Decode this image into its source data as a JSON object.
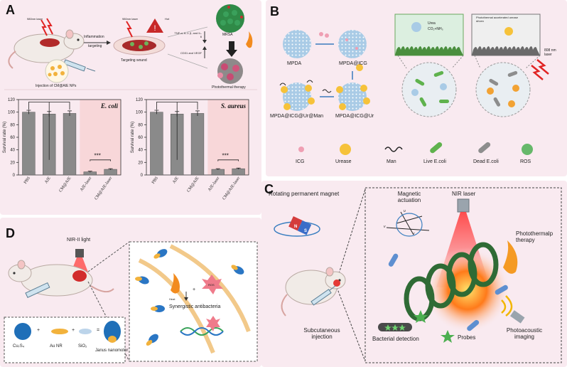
{
  "panelA": {
    "letter": "A",
    "laser1": "980nm laser",
    "laser2": "980nm laser",
    "hot": "Hot",
    "mrsa": "MRSA",
    "inflammation": "Inflammation",
    "targeting": "targeting",
    "cytokines": "TNF-α, IL-1 β, and IL-6",
    "growth": "CD31 and VEGF",
    "targeting_wound": "Targeting wound",
    "injection": "Injection of CM@AIE NPs",
    "ptt": "Photothermal therapy",
    "sig1": "***",
    "sig2": "***"
  },
  "chart_data": [
    {
      "type": "bar",
      "title": "E. coli",
      "ylabel": "Survival rate (%)",
      "categories": [
        "PBS",
        "AIE",
        "CM@AIE",
        "AIE-laser",
        "CM@AIE-laser"
      ],
      "values": [
        100,
        97,
        98,
        5,
        9
      ],
      "errors": [
        3,
        4,
        4,
        1,
        1
      ],
      "ylim": [
        0,
        120
      ],
      "yticks": [
        0,
        20,
        40,
        60,
        80,
        100,
        120
      ]
    },
    {
      "type": "bar",
      "title": "S. aureus",
      "ylabel": "Survival rate (%)",
      "categories": [
        "PBS",
        "AIE",
        "CM@AIE",
        "AIE-laser",
        "CM@AIE-laser"
      ],
      "values": [
        100,
        97,
        98,
        9,
        10
      ],
      "errors": [
        3,
        4,
        4,
        1,
        1
      ],
      "ylim": [
        0,
        120
      ],
      "yticks": [
        0,
        20,
        40,
        60,
        80,
        100,
        120
      ]
    }
  ],
  "panelB": {
    "letter": "B",
    "mpda": "MPDA",
    "mpda_icg": "MPDA@ICG",
    "mpda_icg_ur_man": "MPDA@ICG@Ur@Man",
    "mpda_icg_ur": "MPDA@ICG@Ur",
    "urea": "Urea",
    "co2": "CO₂+NH₃",
    "urease_driven": "Photothermal accelerated urease driven",
    "laser": "808 nm laser",
    "legend": [
      "ICG",
      "Urease",
      "Man",
      "Live E.coli",
      "Dead E.coli",
      "ROS"
    ]
  },
  "panelC": {
    "letter": "C",
    "magnet": "Rotating permanent magnet",
    "magnet_n": "N",
    "magnet_s": "S",
    "actuation": "Magnetic actuation",
    "axis_u": "u",
    "axis_v": "v",
    "axis_r": "r",
    "nir": "NIR laser",
    "ptt": "Photothermalp therapy",
    "injection": "Subcutaneous injection",
    "detection": "Bacterial detection",
    "probes": "Probes",
    "pai": "Photoacoustic imaging"
  },
  "panelD": {
    "letter": "D",
    "nir": "NIR-II light",
    "heat": "Heat",
    "ros": "ROS",
    "synergy": "Synergistic antibacteria",
    "cu": "Cu₇S₄",
    "aunr": "Au NR",
    "sio2": "SiO₂",
    "janus": "Janus nanomotor",
    "plus1": "+",
    "plus2": "+",
    "plus3": "+",
    "plus4": "+",
    "eq": "="
  }
}
